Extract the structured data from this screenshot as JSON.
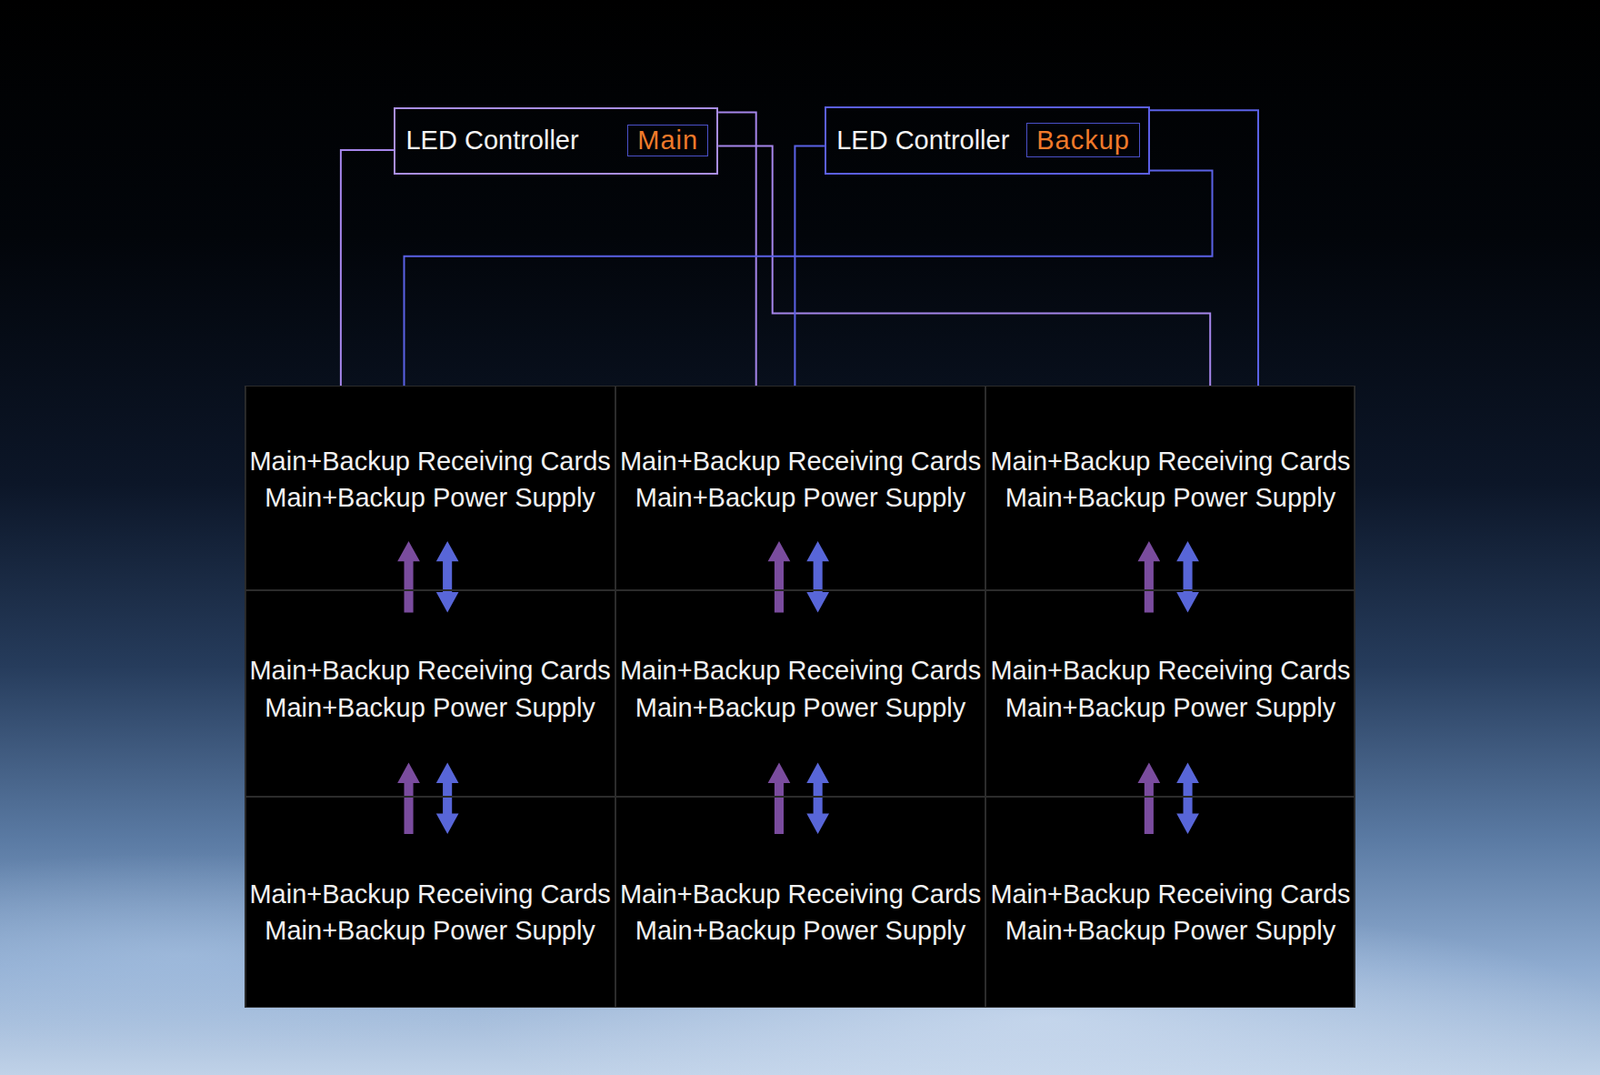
{
  "diagram": {
    "nodes": [
      {
        "text": [
          "LED Controller"
        ]
      },
      {
        "text": [
          "Main"
        ],
        "in": 0
      },
      {
        "text": [
          "LED Controller"
        ]
      },
      {
        "text": [
          "Backup"
        ],
        "in": 2
      },
      {
        "text": [
          "Main+Backup Receiving Cards",
          "Main+Backup Power Supply"
        ]
      },
      {
        "text": [
          "Main+Backup Receiving Cards",
          "Main+Backup Power Supply"
        ]
      },
      {
        "text": [
          "Main+Backup Receiving Cards",
          "Main+Backup Power Supply"
        ]
      },
      {
        "text": [
          "Main+Backup Receiving Cards",
          "Main+Backup Power Supply"
        ]
      },
      {
        "text": [
          "Main+Backup Receiving Cards",
          "Main+Backup Power Supply"
        ]
      },
      {
        "text": [
          "Main+Backup Receiving Cards",
          "Main+Backup Power Supply"
        ]
      },
      {
        "text": [
          "Main+Backup Receiving Cards",
          "Main+Backup Power Supply"
        ]
      },
      {
        "text": [
          "Main+Backup Receiving Cards",
          "Main+Backup Power Supply"
        ]
      },
      {
        "text": [
          "Main+Backup Receiving Cards",
          "Main+Backup Power Supply"
        ]
      }
    ],
    "edges": [
      {
        "from": 0,
        "to": 4,
        "arrow": "none"
      },
      {
        "from": 0,
        "to": 5,
        "arrow": "none"
      },
      {
        "from": 0,
        "to": 6,
        "arrow": "none"
      },
      {
        "from": 2,
        "to": 5,
        "arrow": "none"
      },
      {
        "from": 2,
        "to": 6,
        "arrow": "none"
      },
      {
        "from": 2,
        "to": 4,
        "arrow": "none"
      },
      {
        "from": 7,
        "to": 4,
        "arrow": "to"
      },
      {
        "from": 4,
        "to": 7,
        "arrow": "both"
      },
      {
        "from": 8,
        "to": 5,
        "arrow": "to"
      },
      {
        "from": 5,
        "to": 8,
        "arrow": "both"
      },
      {
        "from": 9,
        "to": 6,
        "arrow": "to"
      },
      {
        "from": 6,
        "to": 9,
        "arrow": "both"
      },
      {
        "from": 10,
        "to": 7,
        "arrow": "to"
      },
      {
        "from": 7,
        "to": 10,
        "arrow": "both"
      },
      {
        "from": 11,
        "to": 8,
        "arrow": "to"
      },
      {
        "from": 8,
        "to": 11,
        "arrow": "both"
      },
      {
        "from": 12,
        "to": 9,
        "arrow": "to"
      },
      {
        "from": 9,
        "to": 12,
        "arrow": "both"
      }
    ]
  }
}
